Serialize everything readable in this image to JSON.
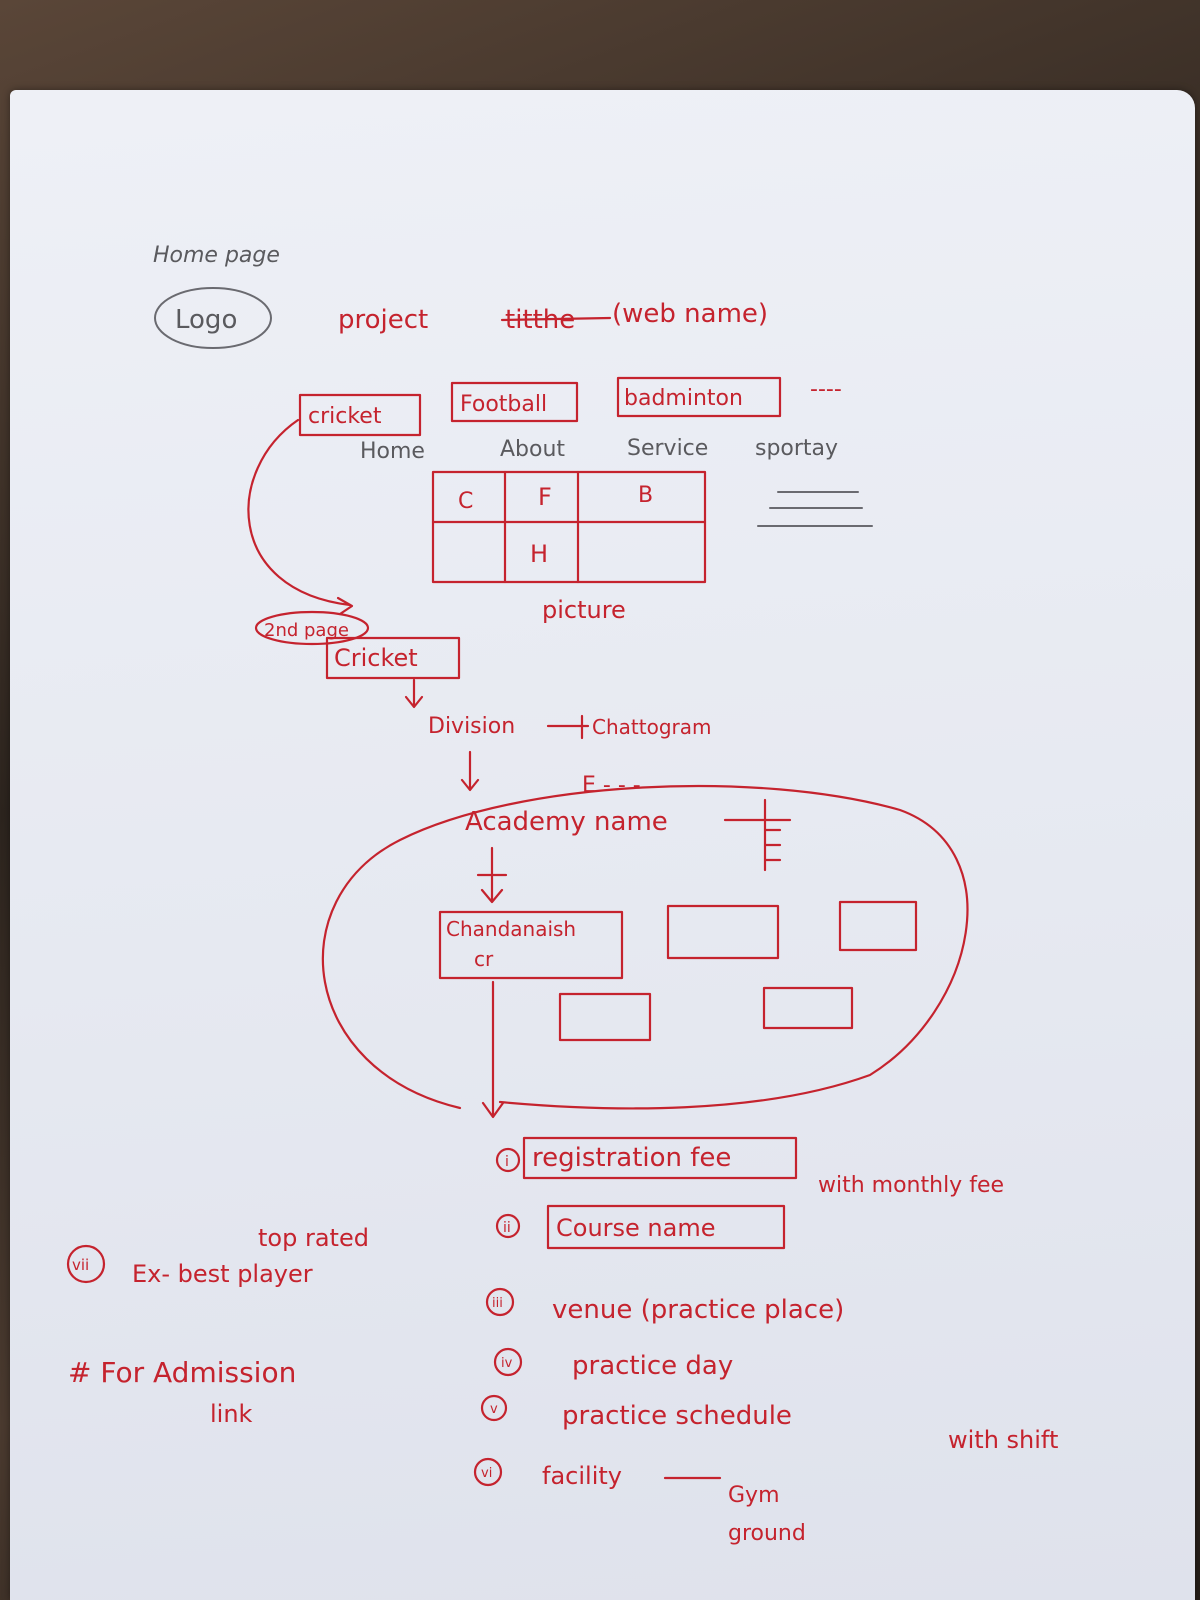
{
  "home": {
    "heading": "Home page",
    "logo": "Logo",
    "title_prefix": "project",
    "title_struck": "titthe",
    "title_suffix": "(web name)"
  },
  "sports_tabs": [
    "cricket",
    "Football",
    "badminton",
    "----"
  ],
  "nav": [
    "Home",
    "About",
    "Service",
    "sportay"
  ],
  "grid": {
    "cells": [
      "C",
      "F",
      "B",
      "H"
    ],
    "caption": "picture"
  },
  "second_page": {
    "badge": "2nd page",
    "sport": "Cricket",
    "division_label": "Division",
    "division_value": "Chattogram",
    "division_more": "E - - -",
    "academy_label": "Academy name",
    "academy_box_line1": "Chandanaish",
    "academy_box_line2": "cr"
  },
  "details": [
    {
      "num": "i",
      "text": "registration fee",
      "note": "with monthly fee"
    },
    {
      "num": "ii",
      "text": "Course name",
      "note": ""
    },
    {
      "num": "iii",
      "text": "venue (practice place)",
      "note": ""
    },
    {
      "num": "iv",
      "text": "practice day",
      "note": ""
    },
    {
      "num": "v",
      "text": "practice schedule",
      "note": "with shift"
    },
    {
      "num": "vi",
      "text": "facility",
      "note": ""
    }
  ],
  "facility_items": [
    "Gym",
    "ground"
  ],
  "top_rated": {
    "num": "vii",
    "annotation": "top rated",
    "text": "Ex- best player"
  },
  "admission": {
    "line1": "# For Admission",
    "line2": "link"
  },
  "colors": {
    "ink_red": "#c5232e",
    "pencil": "#5a5a5e",
    "paper": "#e8ebf2"
  }
}
